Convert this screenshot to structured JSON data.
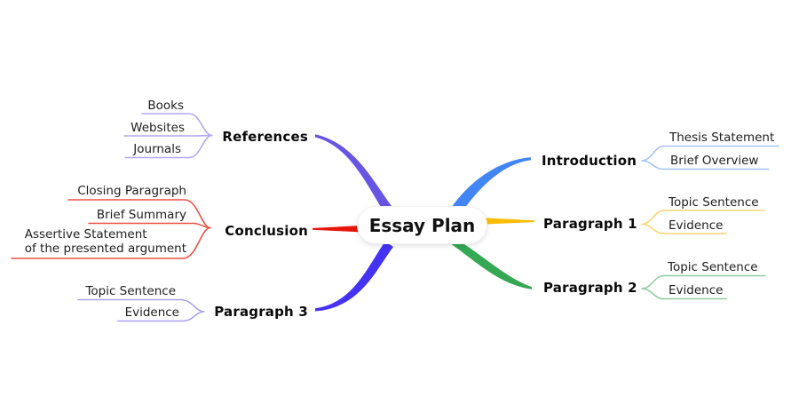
{
  "central_topic": "Essay Plan",
  "branches": {
    "introduction": {
      "label": "Introduction",
      "color": "#4285f4",
      "child_line_color": "#a2c4f9",
      "children": [
        "Thesis Statement",
        "Brief Overview"
      ]
    },
    "paragraph_1": {
      "label": "Paragraph 1",
      "color": "#fbbc05",
      "child_line_color": "#fcd573",
      "children": [
        "Topic Sentence",
        "Evidence"
      ]
    },
    "paragraph_2": {
      "label": "Paragraph 2",
      "color": "#34a853",
      "child_line_color": "#90ce9f",
      "children": [
        "Topic Sentence",
        "Evidence"
      ]
    },
    "references": {
      "label": "References",
      "color": "#6656e3",
      "child_line_color": "#b3a9ee",
      "children": [
        "Books",
        "Websites",
        "Journals"
      ]
    },
    "conclusion": {
      "label": "Conclusion",
      "color": "#e8140a",
      "child_line_color": "#eb5145",
      "children": [
        "Closing Paragraph",
        "Brief Summary",
        "Assertive Statement\nof the presented argument"
      ]
    },
    "paragraph_3": {
      "label": "Paragraph 3",
      "color": "#4433f2",
      "child_line_color": "#aaa2f2",
      "children": [
        "Topic Sentence",
        "Evidence"
      ]
    }
  }
}
